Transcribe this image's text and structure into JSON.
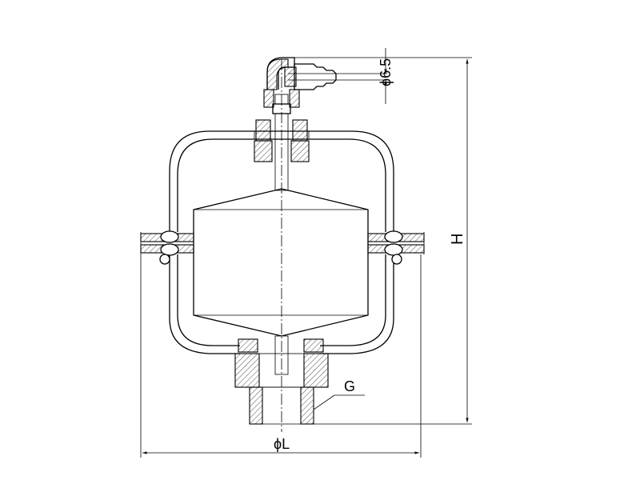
{
  "drawing": {
    "labels": {
      "tube_diameter": "ϕ6.5",
      "height": "H",
      "thread": "G",
      "diameter": "ϕL"
    },
    "line_color": "#000000",
    "background_color": "#ffffff"
  }
}
